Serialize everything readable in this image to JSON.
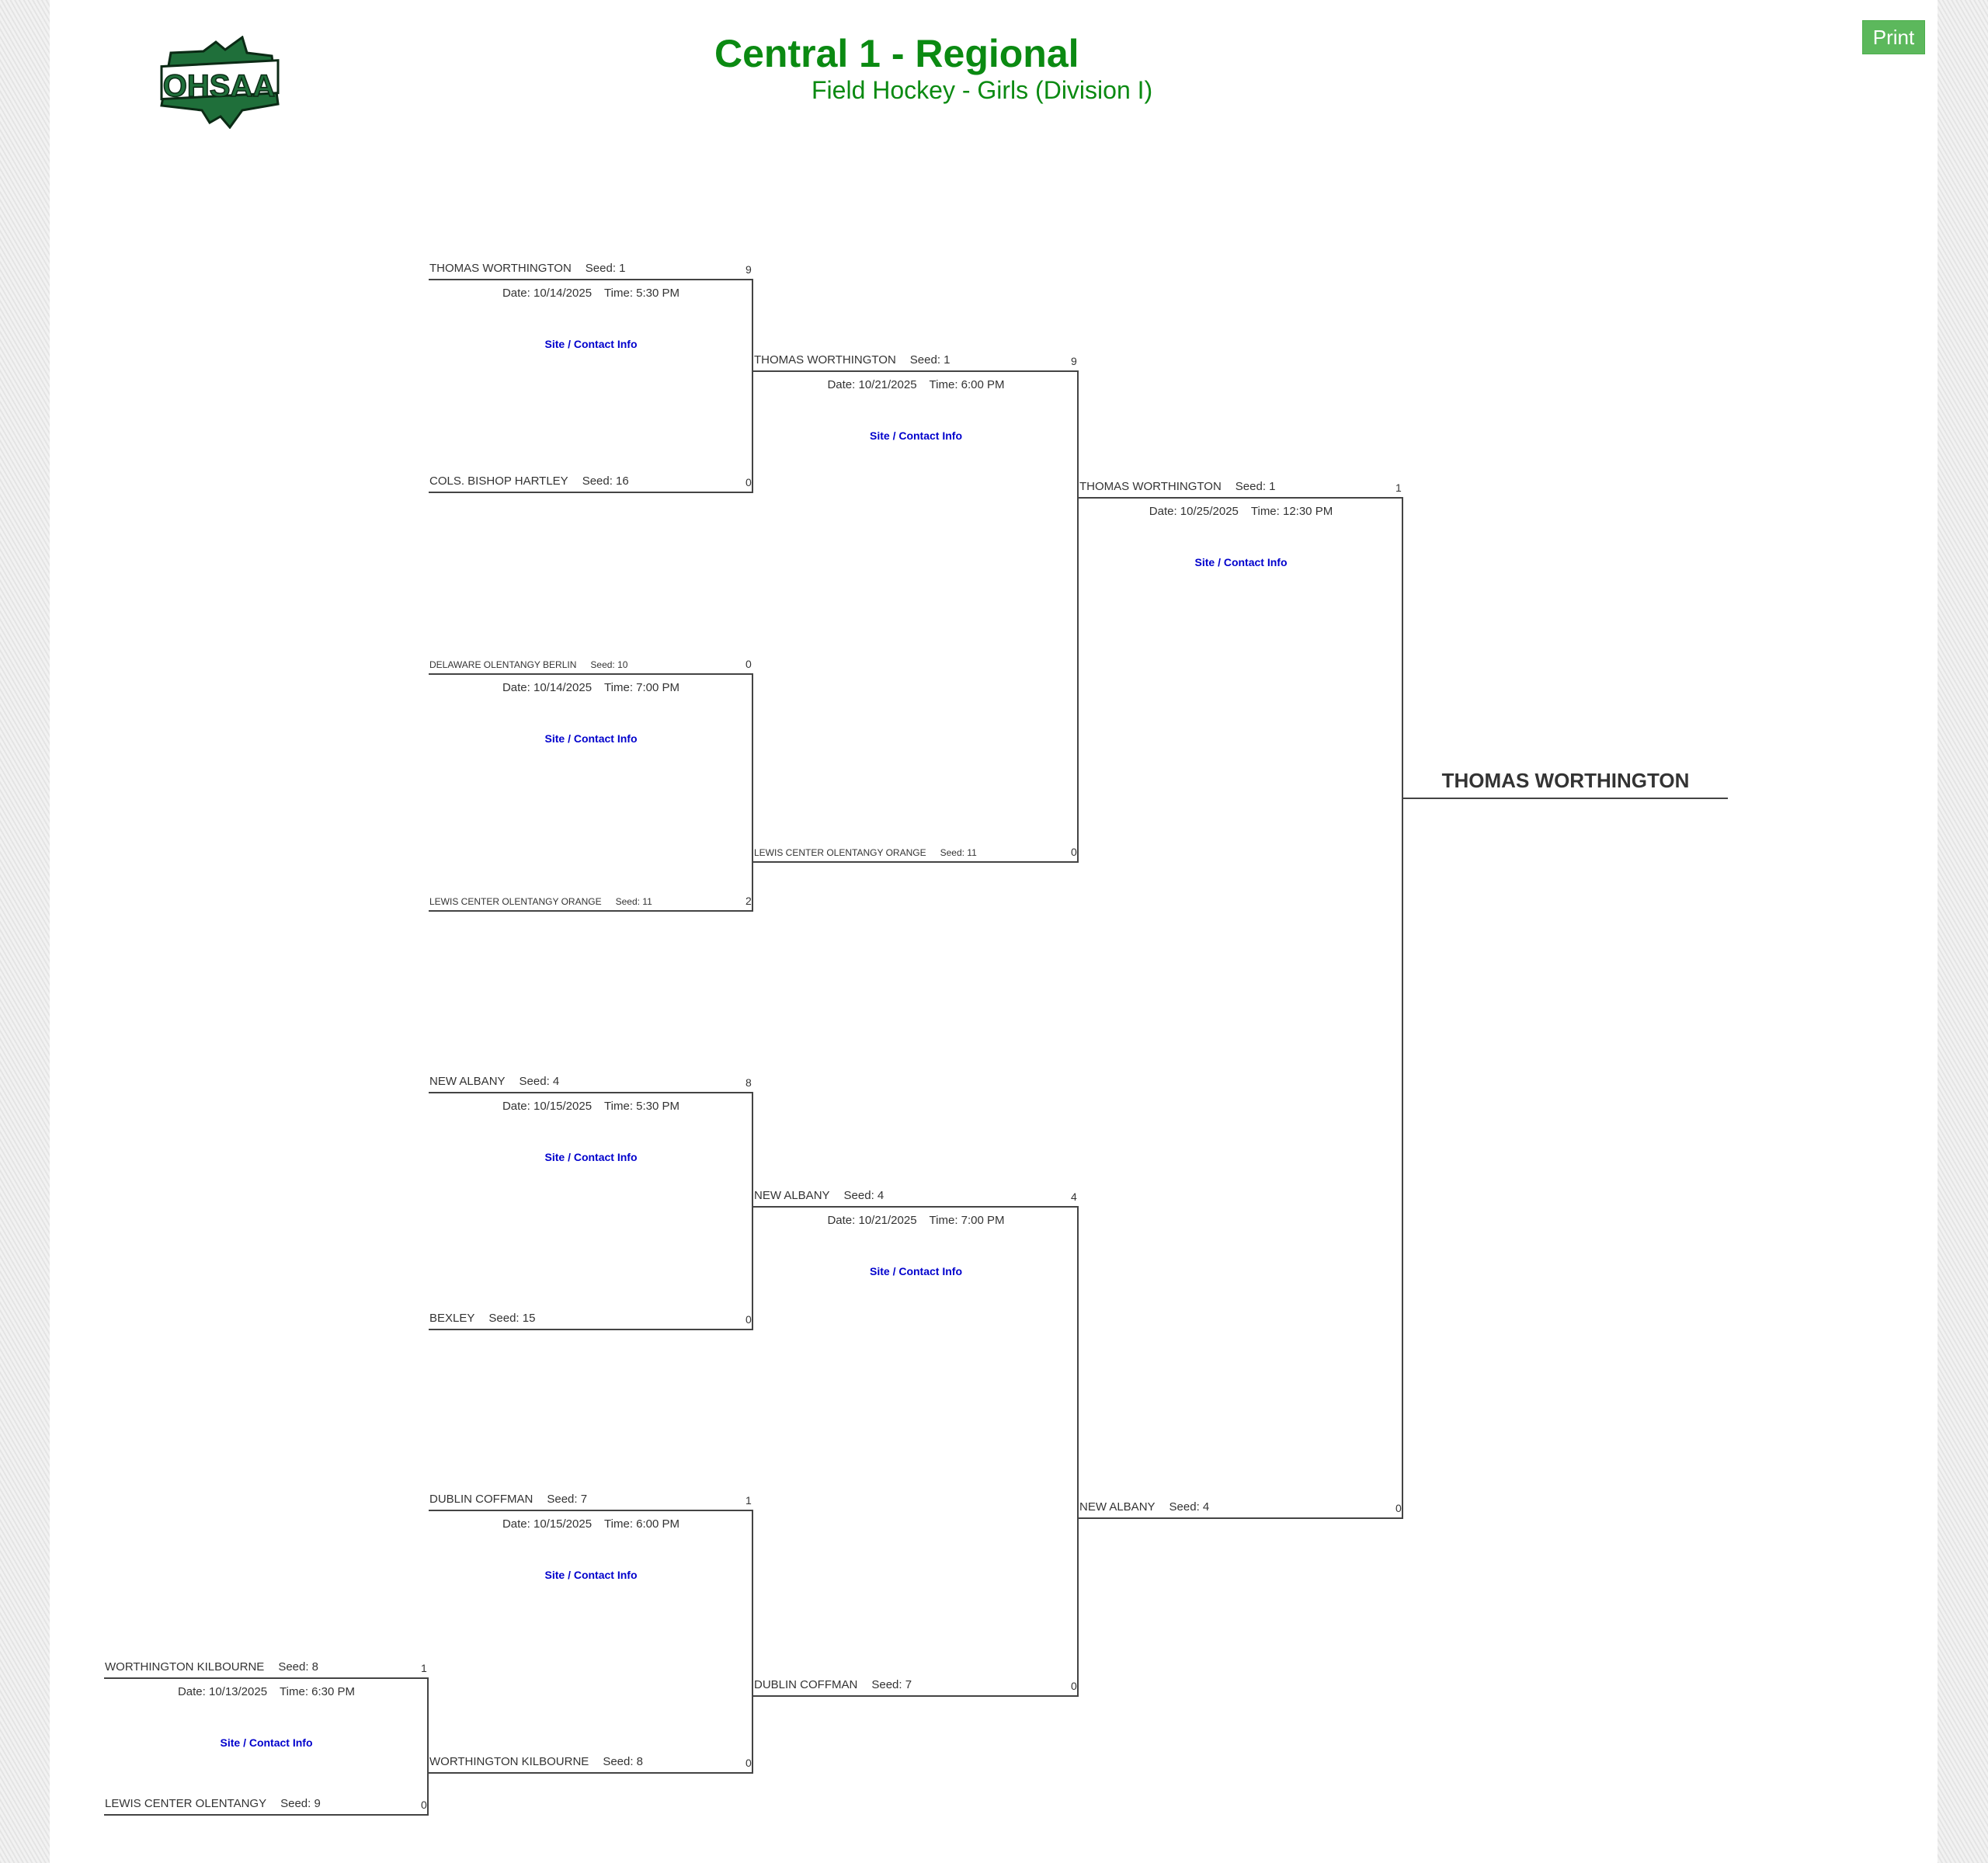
{
  "header": {
    "title": "Central 1 - Regional",
    "subtitle": "Field Hockey - Girls (Division I)",
    "print_label": "Print",
    "logo_text": "OHSAA"
  },
  "colors": {
    "brand_green": "#0b8a12",
    "link_blue": "#0000cc",
    "print_button": "#5cb85c"
  },
  "site_link_label": "Site / Contact Info",
  "champion": "THOMAS WORTHINGTON",
  "matches": [
    {
      "id": "r0",
      "date": "Date: 10/13/2025",
      "time": "Time: 6:30 PM",
      "top": {
        "team": "WORTHINGTON KILBOURNE",
        "seed": "Seed: 8",
        "score": "1"
      },
      "bottom": {
        "team": "LEWIS CENTER OLENTANGY",
        "seed": "Seed: 9",
        "score": "0"
      }
    },
    {
      "id": "r1a",
      "date": "Date: 10/14/2025",
      "time": "Time: 5:30 PM",
      "top": {
        "team": "THOMAS WORTHINGTON",
        "seed": "Seed: 1",
        "score": "9"
      },
      "bottom": {
        "team": "COLS. BISHOP HARTLEY",
        "seed": "Seed: 16",
        "score": "0"
      }
    },
    {
      "id": "r1b",
      "date": "Date: 10/14/2025",
      "time": "Time: 7:00 PM",
      "top": {
        "team": "DELAWARE OLENTANGY BERLIN",
        "seed": "Seed: 10",
        "score": "0"
      },
      "bottom": {
        "team": "LEWIS CENTER OLENTANGY ORANGE",
        "seed": "Seed: 11",
        "score": "2"
      }
    },
    {
      "id": "r1c",
      "date": "Date: 10/15/2025",
      "time": "Time: 5:30 PM",
      "top": {
        "team": "NEW ALBANY",
        "seed": "Seed: 4",
        "score": "8"
      },
      "bottom": {
        "team": "BEXLEY",
        "seed": "Seed: 15",
        "score": "0"
      }
    },
    {
      "id": "r1d",
      "date": "Date: 10/15/2025",
      "time": "Time: 6:00 PM",
      "top": {
        "team": "DUBLIN COFFMAN",
        "seed": "Seed: 7",
        "score": "1"
      },
      "bottom": {
        "team": "WORTHINGTON KILBOURNE",
        "seed": "Seed: 8",
        "score": "0"
      }
    },
    {
      "id": "r2a",
      "date": "Date: 10/21/2025",
      "time": "Time: 6:00 PM",
      "top": {
        "team": "THOMAS WORTHINGTON",
        "seed": "Seed: 1",
        "score": "9"
      },
      "bottom": {
        "team": "LEWIS CENTER OLENTANGY ORANGE",
        "seed": "Seed: 11",
        "score": "0"
      }
    },
    {
      "id": "r2b",
      "date": "Date: 10/21/2025",
      "time": "Time: 7:00 PM",
      "top": {
        "team": "NEW ALBANY",
        "seed": "Seed: 4",
        "score": "4"
      },
      "bottom": {
        "team": "DUBLIN COFFMAN",
        "seed": "Seed: 7",
        "score": "0"
      }
    },
    {
      "id": "r3",
      "date": "Date: 10/25/2025",
      "time": "Time: 12:30 PM",
      "top": {
        "team": "THOMAS WORTHINGTON",
        "seed": "Seed: 1",
        "score": "1"
      },
      "bottom": {
        "team": "NEW ALBANY",
        "seed": "Seed: 4",
        "score": "0"
      }
    }
  ]
}
